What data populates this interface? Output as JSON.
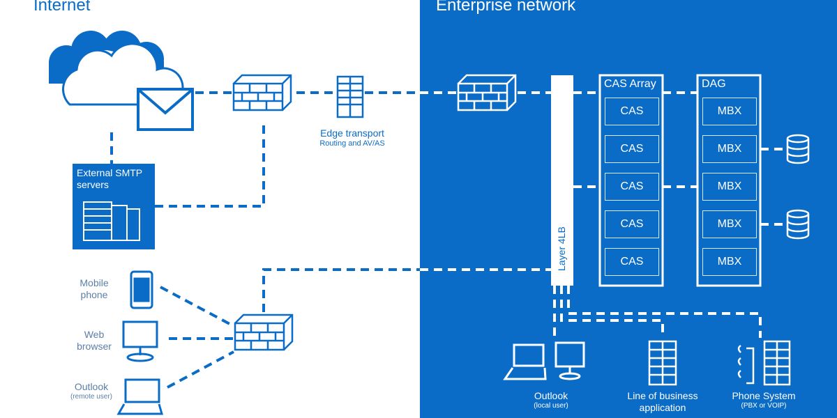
{
  "regions": {
    "internet": {
      "title": "Internet"
    },
    "enterprise": {
      "title": "Enterprise network"
    }
  },
  "colors": {
    "blue": "#0a6cc6",
    "white": "#ffffff"
  },
  "external_smtp": {
    "label_line1": "External SMTP",
    "label_line2": "servers"
  },
  "edge_transport": {
    "title": "Edge transport",
    "subtitle": "Routing and AV/AS"
  },
  "clients_remote": [
    {
      "line1": "Mobile",
      "line2": "phone",
      "icon": "mobile-phone-icon"
    },
    {
      "line1": "Web",
      "line2": "browser",
      "icon": "monitor-icon"
    },
    {
      "line1": "Outlook",
      "line2": "(remote user)",
      "icon": "laptop-icon"
    }
  ],
  "layer4lb": {
    "label": "Layer 4LB"
  },
  "cas_array": {
    "title": "CAS Array",
    "items": [
      "CAS",
      "CAS",
      "CAS",
      "CAS",
      "CAS"
    ]
  },
  "dag": {
    "title": "DAG",
    "items": [
      "MBX",
      "MBX",
      "MBX",
      "MBX",
      "MBX"
    ]
  },
  "internal_clients": [
    {
      "line1": "Outlook",
      "line2": "(local user)",
      "icon": "laptop-monitor-icon"
    },
    {
      "line1": "Line of business",
      "line2": "application",
      "icon": "server-icon"
    },
    {
      "line1": "Phone System",
      "line2": "(PBX or VOIP)",
      "icon": "phone-system-icon"
    }
  ]
}
